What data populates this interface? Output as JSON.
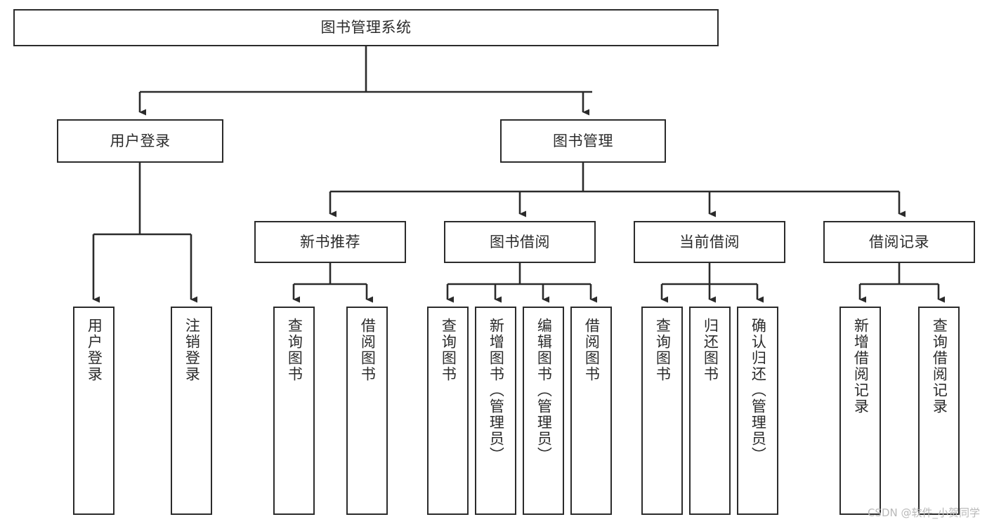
{
  "diagram": {
    "title": "图书管理系统",
    "type": "tree-hierarchy-diagram",
    "watermark": "CSDN @软件_小贺同学",
    "colors": {
      "border": "#2b2b2b",
      "background": "#ffffff",
      "text": "#2b2b2b",
      "watermark": "#b9b9b9"
    },
    "nodes": {
      "root": {
        "label": "图书管理系统"
      },
      "level2": [
        {
          "id": "user-login",
          "label": "用户登录"
        },
        {
          "id": "book-management",
          "label": "图书管理"
        }
      ],
      "level3": [
        {
          "id": "new-book-recommend",
          "label": "新书推荐"
        },
        {
          "id": "book-borrow",
          "label": "图书借阅"
        },
        {
          "id": "current-borrow",
          "label": "当前借阅"
        },
        {
          "id": "borrow-record",
          "label": "借阅记录"
        }
      ],
      "leaves": {
        "user-login": [
          {
            "id": "leaf-user-login",
            "label": "用户登录"
          },
          {
            "id": "leaf-logout-login",
            "label": "注销登录"
          }
        ],
        "new-book-recommend": [
          {
            "id": "leaf-query-book-1",
            "label": "查询图书"
          },
          {
            "id": "leaf-borrow-book-1",
            "label": "借阅图书"
          }
        ],
        "book-borrow": [
          {
            "id": "leaf-query-book-2",
            "label": "查询图书"
          },
          {
            "id": "leaf-add-book",
            "label": "新增图书（管理员）"
          },
          {
            "id": "leaf-edit-book",
            "label": "编辑图书（管理员）"
          },
          {
            "id": "leaf-borrow-book-2",
            "label": "借阅图书"
          }
        ],
        "current-borrow": [
          {
            "id": "leaf-query-book-3",
            "label": "查询图书"
          },
          {
            "id": "leaf-return-book",
            "label": "归还图书"
          },
          {
            "id": "leaf-confirm-return",
            "label": "确认归还（管理员）"
          }
        ],
        "borrow-record": [
          {
            "id": "leaf-add-record",
            "label": "新增借阅记录"
          },
          {
            "id": "leaf-query-record",
            "label": "查询借阅记录"
          }
        ]
      }
    }
  }
}
